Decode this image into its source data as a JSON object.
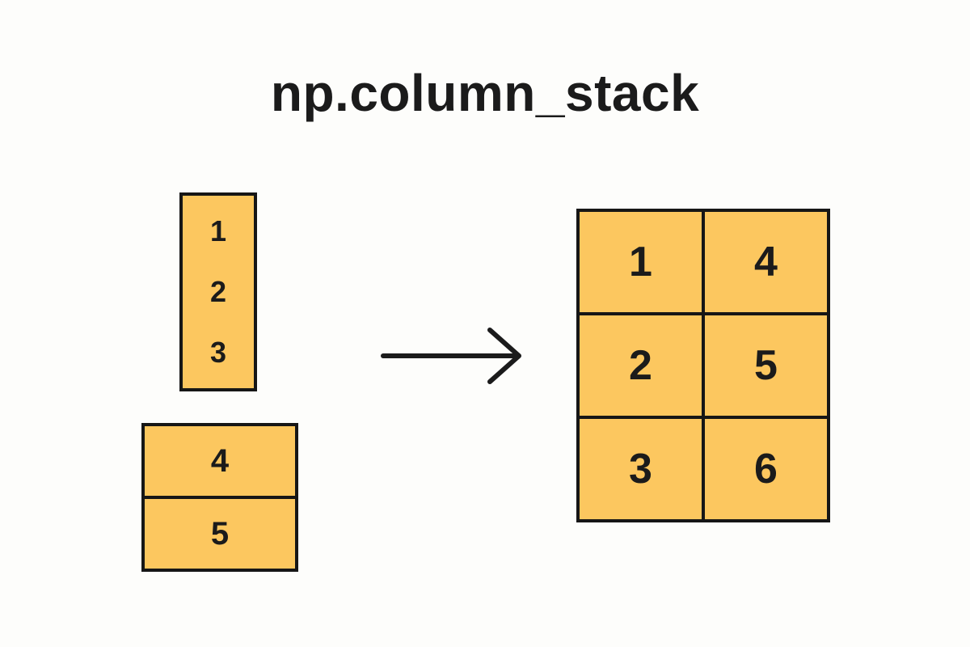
{
  "title": "np.column_stack",
  "colors": {
    "cell_fill": "#FCC75F",
    "border": "#161616",
    "background": "#FDFDFB",
    "text": "#1B1B1B"
  },
  "input_array_a": {
    "description": "vertical input array",
    "values": [
      "1",
      "2",
      "3"
    ]
  },
  "input_array_b": {
    "description": "two-row input array",
    "values": [
      "4",
      "5"
    ]
  },
  "arrow_icon": "right-arrow",
  "output_grid": {
    "description": "3x2 result matrix",
    "rows": [
      [
        "1",
        "4"
      ],
      [
        "2",
        "5"
      ],
      [
        "3",
        "6"
      ]
    ]
  }
}
